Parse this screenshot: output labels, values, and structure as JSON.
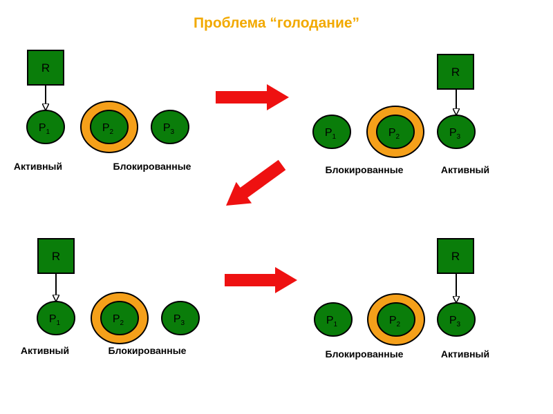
{
  "title": "Проблема “голодание”",
  "colors": {
    "title": "#f2a900",
    "process_fill": "#0a7d0a",
    "resource_fill": "#0a7d0a",
    "outline": "#000000",
    "blocked_ring": "#f5a01a",
    "arrow": "#ee1111"
  },
  "states": [
    {
      "id": "state-1",
      "resource_label": "R",
      "resource_target": "P1",
      "processes": [
        {
          "id": "P1",
          "base": "P",
          "sub": "1",
          "blocked": false
        },
        {
          "id": "P2",
          "base": "P",
          "sub": "2",
          "blocked": true
        },
        {
          "id": "P3",
          "base": "P",
          "sub": "3",
          "blocked": false
        }
      ],
      "labels": [
        "Активный",
        "Блокированные"
      ]
    },
    {
      "id": "state-2",
      "resource_label": "R",
      "resource_target": "P3",
      "processes": [
        {
          "id": "P1",
          "base": "P",
          "sub": "1",
          "blocked": false
        },
        {
          "id": "P2",
          "base": "P",
          "sub": "2",
          "blocked": true
        },
        {
          "id": "P3",
          "base": "P",
          "sub": "3",
          "blocked": false
        }
      ],
      "labels": [
        "Блокированные",
        "Активный"
      ]
    },
    {
      "id": "state-3",
      "resource_label": "R",
      "resource_target": "P1",
      "processes": [
        {
          "id": "P1",
          "base": "P",
          "sub": "1",
          "blocked": false
        },
        {
          "id": "P2",
          "base": "P",
          "sub": "2",
          "blocked": true
        },
        {
          "id": "P3",
          "base": "P",
          "sub": "3",
          "blocked": false
        }
      ],
      "labels": [
        "Активный",
        "Блокированные"
      ]
    },
    {
      "id": "state-4",
      "resource_label": "R",
      "resource_target": "P3",
      "processes": [
        {
          "id": "P1",
          "base": "P",
          "sub": "1",
          "blocked": false
        },
        {
          "id": "P2",
          "base": "P",
          "sub": "2",
          "blocked": true
        },
        {
          "id": "P3",
          "base": "P",
          "sub": "3",
          "blocked": false
        }
      ],
      "labels": [
        "Блокированные",
        "Активный"
      ]
    }
  ],
  "transitions": [
    {
      "from": "state-1",
      "to": "state-2"
    },
    {
      "from": "state-2",
      "to": "state-3"
    },
    {
      "from": "state-3",
      "to": "state-4"
    }
  ]
}
